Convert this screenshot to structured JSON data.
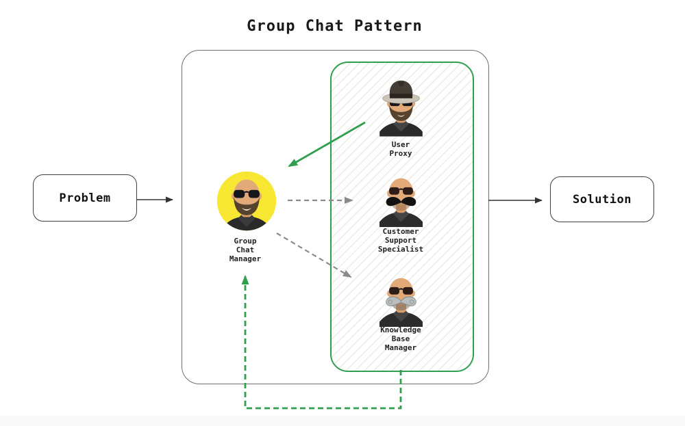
{
  "title": "Group Chat Pattern",
  "nodes": {
    "problem": {
      "label": "Problem"
    },
    "solution": {
      "label": "Solution"
    },
    "group_chat_manager": {
      "lines": [
        "Group",
        "Chat",
        "Manager"
      ]
    },
    "user_proxy": {
      "lines": [
        "User",
        "Proxy"
      ]
    },
    "customer_support_specialist": {
      "lines": [
        "Customer",
        "Support",
        "Specialist"
      ]
    },
    "knowledge_base_manager": {
      "lines": [
        "Knowledge",
        "Base",
        "Manager"
      ]
    }
  },
  "edges": [
    {
      "from": "problem",
      "to": "group-chat-container",
      "style": "solid",
      "color": "#333333"
    },
    {
      "from": "group-chat-container",
      "to": "solution",
      "style": "solid",
      "color": "#333333"
    },
    {
      "from": "user_proxy",
      "to": "group_chat_manager",
      "style": "solid",
      "color": "#2f9e4f"
    },
    {
      "from": "group_chat_manager",
      "to": "customer_support_specialist",
      "style": "dashed",
      "color": "#8a8a8a"
    },
    {
      "from": "group_chat_manager",
      "to": "knowledge_base_manager",
      "style": "dashed",
      "color": "#8a8a8a"
    },
    {
      "from": "agents_group_bottom",
      "to": "group_chat_manager",
      "style": "dashed",
      "color": "#2f9e4f"
    }
  ],
  "colors": {
    "accent_green": "#2f9e4f",
    "manager_highlight_yellow": "#f7e733",
    "dashed_gray": "#8a8a8a",
    "arrow_black": "#333333",
    "box_border_dark": "#3d3d3d",
    "container_border_gray": "#6e6e6e"
  }
}
